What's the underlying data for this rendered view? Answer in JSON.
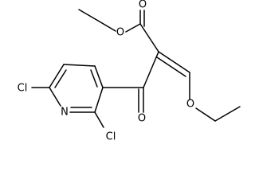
{
  "atoms": {
    "ester_carbonyl_o": "O",
    "ester_ether_o": "O",
    "vinyl_ether_o": "O",
    "ketone_o": "O",
    "ring_n": "N",
    "cl_6": "Cl",
    "cl_2": "Cl"
  },
  "colors": {
    "bond": "#000000",
    "label": "#000000",
    "background": "#ffffff"
  }
}
